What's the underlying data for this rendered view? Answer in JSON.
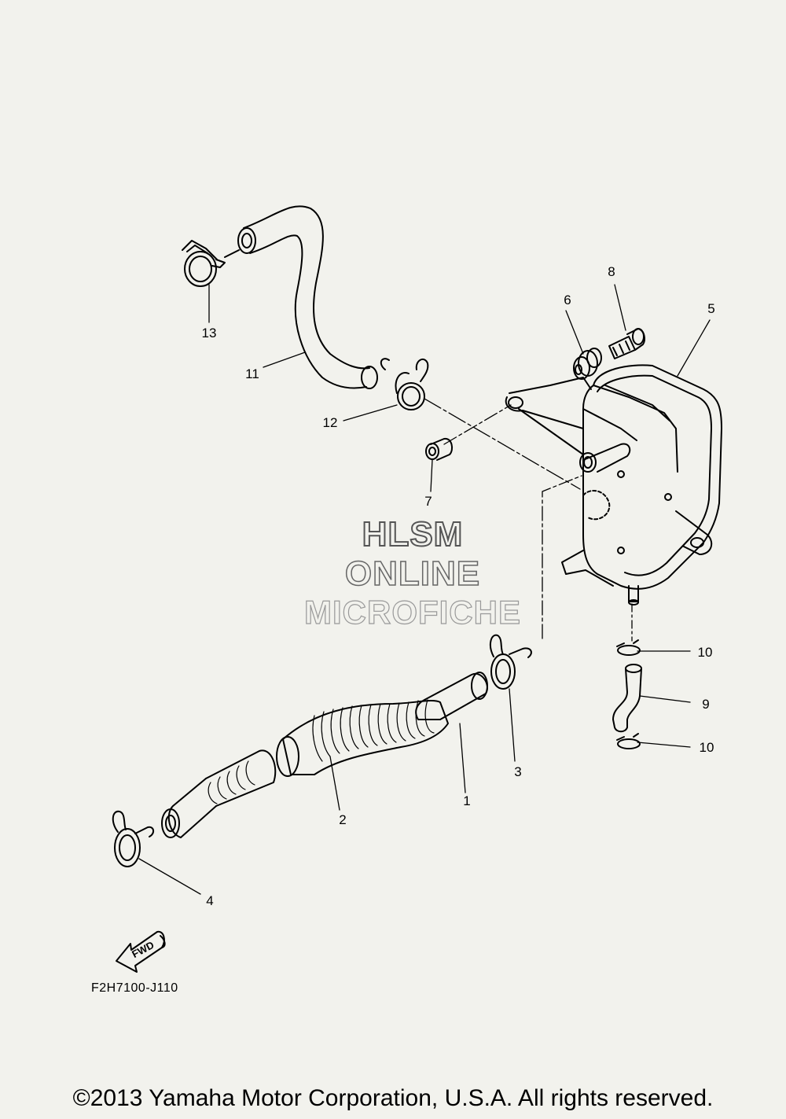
{
  "watermark": {
    "line1": "HLSM",
    "line2": "ONLINE",
    "line3": "MICROFICHE"
  },
  "callouts": {
    "p1": "1",
    "p2": "2",
    "p3": "3",
    "p4": "4",
    "p5": "5",
    "p6": "6",
    "p7": "7",
    "p8": "8",
    "p9": "9",
    "p10a": "10",
    "p10b": "10",
    "p11": "11",
    "p12": "12",
    "p13": "13"
  },
  "fwd_label": "FWD",
  "diagram_code": "F2H7100-J110",
  "copyright": "©2013 Yamaha Motor Corporation, U.S.A. All rights reserved.",
  "icons": [
    "fwd-arrow-icon"
  ]
}
